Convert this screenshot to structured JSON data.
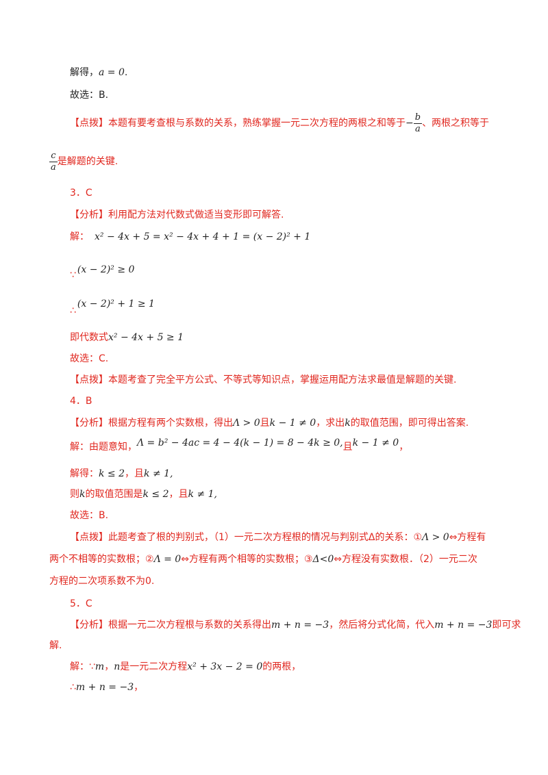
{
  "q2": {
    "solve_label": "解得，",
    "solve_eq": "a = 0",
    "solve_end": ".",
    "answer": "故选：B.",
    "tip_tag": "【点拨】",
    "tip_text": "本题有要考查根与系数的关系，熟练掌握一元二次方程的两根之和等于",
    "frac_neg": "−",
    "frac1_num": "b",
    "frac1_den": "a",
    "tip_mid": "、两根之积等于",
    "frac2_num": "c",
    "frac2_den": "a",
    "tip_end": "是解题的关键."
  },
  "q3": {
    "title": "3．C",
    "analysis_tag": "【分析】",
    "analysis_text": "利用配方法对代数式做适当变形即可解答.",
    "solve_label": "解：",
    "step1": "x² − 4x + 5 = x² − 4x + 4 + 1 = (x − 2)² + 1",
    "because": "∵",
    "step2": "(x − 2)² ≥ 0",
    "therefore": "∴",
    "step3": "(x − 2)² + 1 ≥ 1",
    "conclusion_label": "即代数式",
    "conclusion_eq": "x² − 4x + 5 ≥ 1",
    "answer": "故选：C.",
    "tip_tag": "【点拨】",
    "tip_text": "本题考查了完全平方公式、不等式等知识点，掌握运用配方法求最值是解题的关键."
  },
  "q4": {
    "title": "4．B",
    "analysis_tag": "【分析】",
    "analysis_a": "根据方程有两个实数根，得出",
    "analysis_m1": "Λ > 0",
    "analysis_and": "且",
    "analysis_m2": "k − 1 ≠ 0",
    "analysis_b": "，求出",
    "analysis_k": "k",
    "analysis_c": "的取值范围，即可得出答案.",
    "solve_label": "解：由题意知，",
    "solve_eq": "Λ = b² − 4ac = 4 − 4(k − 1) = 8 − 4k ≥ 0,",
    "solve_and": "且",
    "solve_eq2": "k − 1 ≠ 0",
    "solve_end": "，",
    "result_label": "解得：",
    "result_eq1": "k ≤ 2",
    "result_and": "，且",
    "result_eq2": "k ≠ 1,",
    "range_a": "则",
    "range_k": "k",
    "range_b": "的取值范围是",
    "range_eq1": "k ≤ 2",
    "range_and": "，且",
    "range_eq2": "k ≠ 1,",
    "answer": "故选：B.",
    "tip_tag": "【点拨】",
    "tip_line1a": "此题考查了根的判别式，（1）一元二次方程根的情况与判别式Δ的关系：①",
    "tip_line1m": "Λ > 0",
    "tip_line1b": "⇔方程有",
    "tip_line2a": "两个不相等的实数根；②",
    "tip_line2m": "Λ = 0",
    "tip_line2b": "⇔方程有两个相等的实数根；③",
    "tip_line2m2": "Δ<0",
    "tip_line2c": "⇔方程没有实数根．（2）一元二次",
    "tip_line3": "方程的二次项系数不为0."
  },
  "q5": {
    "title": "5．C",
    "analysis_tag": "【分析】",
    "analysis_a": "根据一元二次方程根与系数的关系得出",
    "analysis_m1": "m + n = −3",
    "analysis_b": "，然后将分式化简，代入",
    "analysis_m2": "m + n = −3",
    "analysis_c": "即可求",
    "analysis_line2": "解.",
    "solve_a": "解：∵",
    "solve_m": "m",
    "solve_b": "，",
    "solve_n": "n",
    "solve_c": "是一元二次方程",
    "solve_eq": "x² + 3x − 2 = 0",
    "solve_d": "的两根，",
    "therefore": "∴",
    "therefore_eq": "m + n = −3",
    "therefore_end": "，"
  }
}
